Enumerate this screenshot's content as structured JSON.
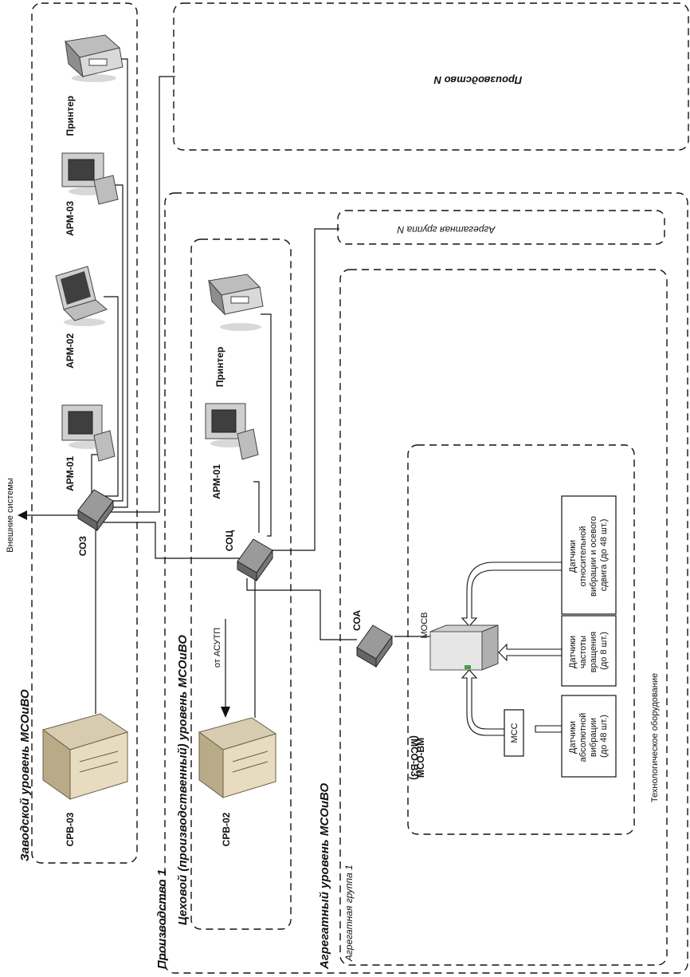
{
  "labels": {
    "factory_level": "Заводской уровень МСОиВО",
    "shop_level": "Цеховой (производственный) уровень МСОиВО",
    "aggregate_level": "Агрегатный уровень МСОиВО",
    "production_1": "Производство 1",
    "production_n": "Производство N",
    "aggregate_group_1": "Агрегатная группа 1",
    "aggregate_group_n": "Агрегатная группа N",
    "tech_equipment": "Технологическое оборудование",
    "external_systems": "Внешние системы",
    "from_asutp": "от АСУТП"
  },
  "devices": {
    "printer_factory": "Принтер",
    "arm03": "АРМ-03",
    "arm02": "АРМ-02",
    "arm01_factory": "АРМ-01",
    "soz": "СОЗ",
    "srv03": "СРВ-03",
    "printer_shop": "Принтер",
    "arm01_shop": "АРМ-01",
    "soc": "СОЦ",
    "srv02": "СРВ-02",
    "soa": "СОА",
    "mosv": "МОСВ",
    "mss": "МСС",
    "mso_vm": "МСО-ВМ",
    "mso_vz": "(МСО-ВЗ)"
  },
  "sensors": {
    "relative_vibration": [
      "Датчики",
      "относительной",
      "вибрации и осевого",
      "сдвига (до 48 шт.)"
    ],
    "rotation_freq": [
      "Датчики",
      "частоты",
      "вращения",
      "(до 8 шт.)"
    ],
    "absolute_vibration": [
      "Датчики",
      "абсолютной",
      "вибрации",
      "(до 48 шт.)"
    ]
  }
}
